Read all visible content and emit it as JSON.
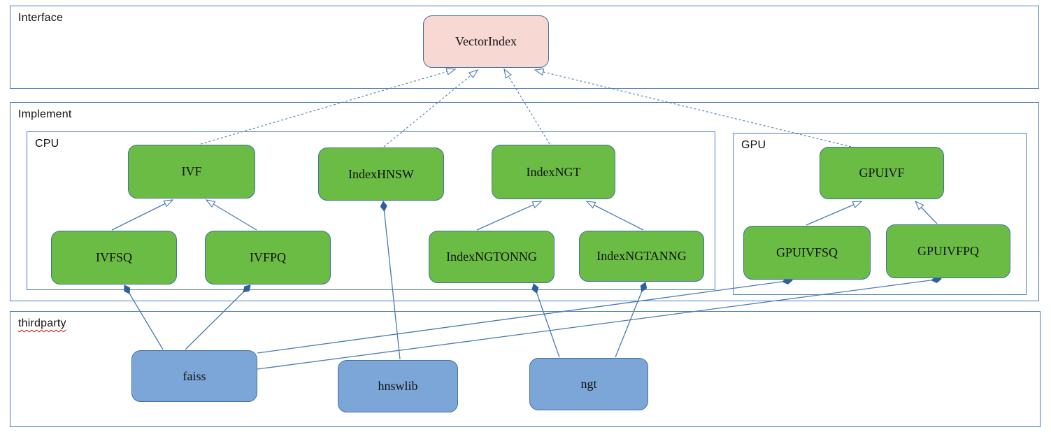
{
  "containers": {
    "interface": {
      "label": "Interface"
    },
    "implement": {
      "label": "Implement"
    },
    "cpu": {
      "label": "CPU"
    },
    "gpu": {
      "label": "GPU"
    },
    "thirdparty": {
      "label": "thirdparty"
    }
  },
  "nodes": {
    "vectorindex": {
      "label": "VectorIndex",
      "kind": "interface"
    },
    "ivf": {
      "label": "IVF",
      "kind": "cpu-class"
    },
    "indexhnsw": {
      "label": "IndexHNSW",
      "kind": "cpu-class"
    },
    "indexngt": {
      "label": "IndexNGT",
      "kind": "cpu-class"
    },
    "gpuivf": {
      "label": "GPUIVF",
      "kind": "gpu-class"
    },
    "ivfsq": {
      "label": "IVFSQ",
      "kind": "cpu-class"
    },
    "ivfpq": {
      "label": "IVFPQ",
      "kind": "cpu-class"
    },
    "indexngtonng": {
      "label": "IndexNGTONNG",
      "kind": "cpu-class"
    },
    "indexngtanng": {
      "label": "IndexNGTANNG",
      "kind": "cpu-class"
    },
    "gpuivfsq": {
      "label": "GPUIVFSQ",
      "kind": "gpu-class"
    },
    "gpuivfpq": {
      "label": "GPUIVFPQ",
      "kind": "gpu-class"
    },
    "faiss": {
      "label": "faiss",
      "kind": "thirdparty-lib"
    },
    "hnswlib": {
      "label": "hnswlib",
      "kind": "thirdparty-lib"
    },
    "ngt": {
      "label": "ngt",
      "kind": "thirdparty-lib"
    }
  },
  "edges": [
    {
      "from": "ivf",
      "to": "vectorindex",
      "type": "realization-dashed-hollow-arrow"
    },
    {
      "from": "indexhnsw",
      "to": "vectorindex",
      "type": "realization-dashed-hollow-arrow"
    },
    {
      "from": "indexngt",
      "to": "vectorindex",
      "type": "realization-dashed-hollow-arrow"
    },
    {
      "from": "gpuivf",
      "to": "vectorindex",
      "type": "realization-dashed-hollow-arrow"
    },
    {
      "from": "ivfsq",
      "to": "ivf",
      "type": "generalization-hollow-arrow"
    },
    {
      "from": "ivfpq",
      "to": "ivf",
      "type": "generalization-hollow-arrow"
    },
    {
      "from": "indexngtonng",
      "to": "indexngt",
      "type": "generalization-hollow-arrow"
    },
    {
      "from": "indexngtanng",
      "to": "indexngt",
      "type": "generalization-hollow-arrow"
    },
    {
      "from": "gpuivfsq",
      "to": "gpuivf",
      "type": "generalization-hollow-arrow"
    },
    {
      "from": "gpuivfpq",
      "to": "gpuivf",
      "type": "generalization-hollow-arrow"
    },
    {
      "from": "faiss",
      "to": "ivfsq",
      "type": "composition-diamond"
    },
    {
      "from": "faiss",
      "to": "ivfpq",
      "type": "composition-diamond"
    },
    {
      "from": "faiss",
      "to": "gpuivfsq",
      "type": "composition-diamond"
    },
    {
      "from": "faiss",
      "to": "gpuivfpq",
      "type": "composition-diamond"
    },
    {
      "from": "hnswlib",
      "to": "indexhnsw",
      "type": "composition-diamond"
    },
    {
      "from": "ngt",
      "to": "indexngtonng",
      "type": "composition-diamond"
    },
    {
      "from": "ngt",
      "to": "indexngtanng",
      "type": "composition-diamond"
    }
  ],
  "colors": {
    "class_green": "#6abc45",
    "thirdparty_blue": "#7ca6d8",
    "interface_pink": "#f8d8d3",
    "node_border": "#41719c",
    "container_border": "#4a7ebb",
    "connector": "#4a7ab5",
    "spellcheck_underline": "#cc1111"
  }
}
